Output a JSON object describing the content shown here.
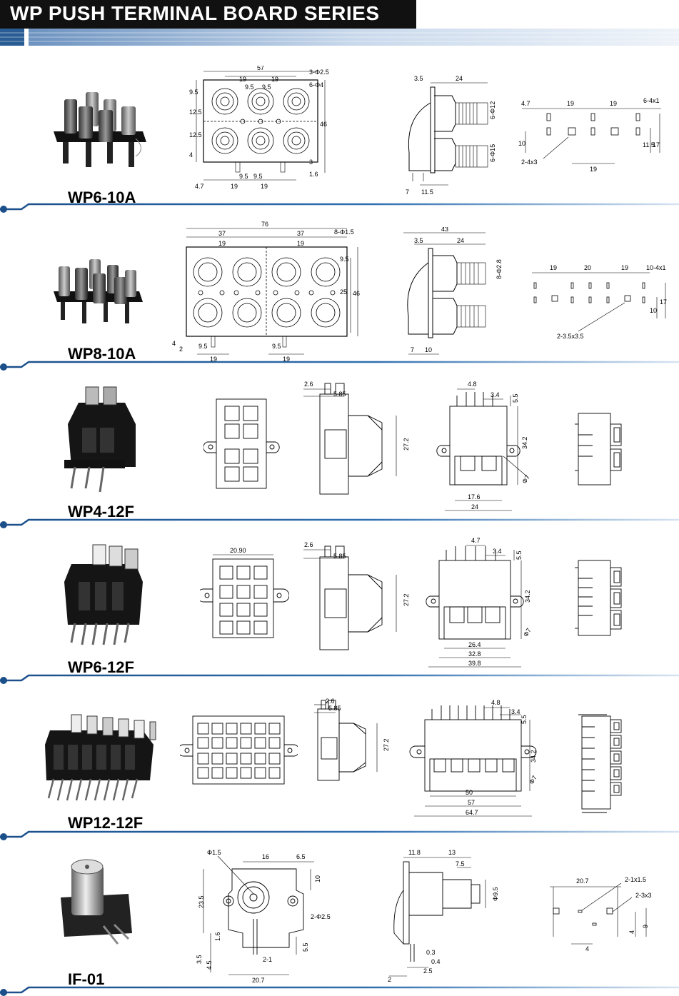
{
  "page": {
    "title": "WP PUSH TERMINAL BOARD SERIES",
    "colors": {
      "accent": "#1b4f8a",
      "header_bg": "#111111",
      "stripe_light": "#d7e4f2"
    }
  },
  "products": [
    {
      "name": "WP6-10A",
      "front_dims": [
        "57",
        "19",
        "19",
        "9.5",
        "9.5",
        "3-Φ2.5",
        "6-Φ4",
        "9.5",
        "12.5",
        "12.5",
        "4",
        "46",
        "3",
        "1.6",
        "4.7",
        "19",
        "19",
        "9.5",
        "9.5"
      ],
      "side_dims": [
        "3.5",
        "24",
        "6-Φ12",
        "6-Φ15",
        "7",
        "11.5"
      ],
      "pcb_dims": [
        "4.7",
        "19",
        "19",
        "6-4x1",
        "10",
        "11.5",
        "17",
        "2-4x3",
        "19"
      ]
    },
    {
      "name": "WP8-10A",
      "front_dims": [
        "76",
        "37",
        "37",
        "8-Φ1.5",
        "19",
        "19",
        "9.5",
        "25",
        "46",
        "4",
        "2",
        "9.5",
        "19",
        "9.5",
        "19"
      ],
      "side_dims": [
        "43",
        "3.5",
        "24",
        "8-Φ2.8",
        "7",
        "10"
      ],
      "pcb_dims": [
        "19",
        "20",
        "19",
        "10-4x1",
        "10",
        "17",
        "2-3.5x3.5"
      ]
    },
    {
      "name": "WP4-12F",
      "side_dims": [
        "2.6",
        "5.85",
        "27.2"
      ],
      "rear_dims": [
        "4.8",
        "3.4",
        "5.5",
        "34.2",
        "Φ7",
        "17.6",
        "24"
      ]
    },
    {
      "name": "WP6-12F",
      "front_dims": [
        "20.90"
      ],
      "side_dims": [
        "2.6",
        "5.85",
        "27.2"
      ],
      "rear_dims": [
        "4.7",
        "3.4",
        "5.5",
        "34.2",
        "Φ7",
        "26.4",
        "32.8",
        "39.8"
      ]
    },
    {
      "name": "WP12-12F",
      "side_dims": [
        "2.6",
        "5.85",
        "27.2"
      ],
      "rear_dims": [
        "4.8",
        "3.4",
        "5.5",
        "34.2",
        "Φ7",
        "50",
        "57",
        "64.7"
      ]
    },
    {
      "name": "IF-01",
      "front_dims": [
        "Φ1.5",
        "16",
        "6.5",
        "10",
        "23.5",
        "2-Φ2.5",
        "1.6",
        "3.5",
        "4.5",
        "5.5",
        "2-1",
        "20.7"
      ],
      "side_dims": [
        "11.8",
        "13",
        "7.5",
        "Φ9.5",
        "0.3",
        "0.4",
        "2.5",
        "2"
      ],
      "pcb_dims": [
        "20.7",
        "2-1x1.5",
        "2-3x3",
        "4",
        "9",
        "4"
      ]
    }
  ]
}
